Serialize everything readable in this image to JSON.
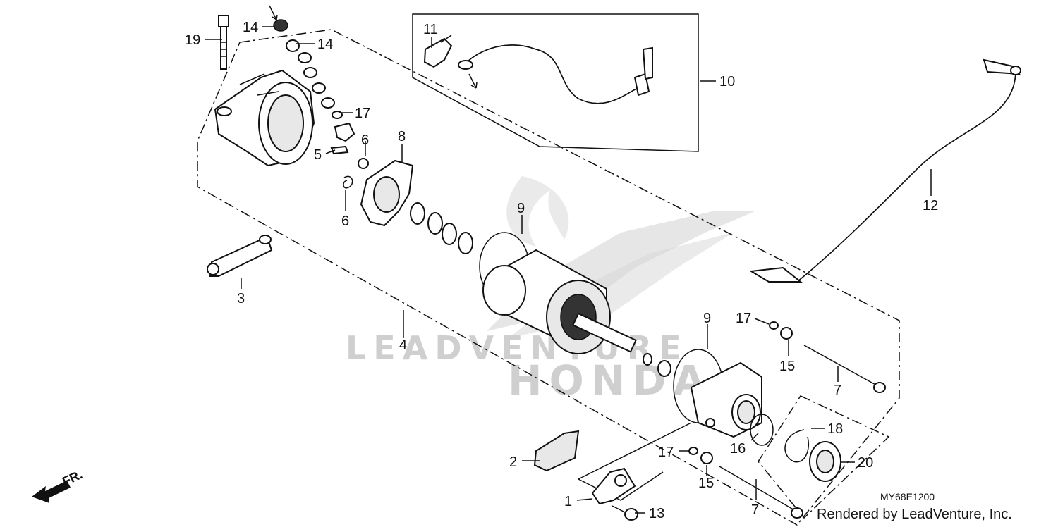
{
  "callouts": {
    "c1": "1",
    "c2": "2",
    "c3": "3",
    "c4": "4",
    "c5": "5",
    "c6a": "6",
    "c6b": "6",
    "c7a": "7",
    "c7b": "7",
    "c8": "8",
    "c9a": "9",
    "c9b": "9",
    "c10": "10",
    "c11": "11",
    "c12": "12",
    "c13": "13",
    "c14a": "14",
    "c14b": "14",
    "c15a": "15",
    "c15b": "15",
    "c16": "16",
    "c17a": "17",
    "c17b": "17",
    "c17c": "17",
    "c18": "18",
    "c19": "19",
    "c20": "20"
  },
  "watermark": {
    "text": "LEADVENTURE",
    "brand": "HONDA"
  },
  "front_marker": "FR.",
  "diagram_code": "MY68E1200",
  "credit": "Rendered by LeadVenture, Inc."
}
